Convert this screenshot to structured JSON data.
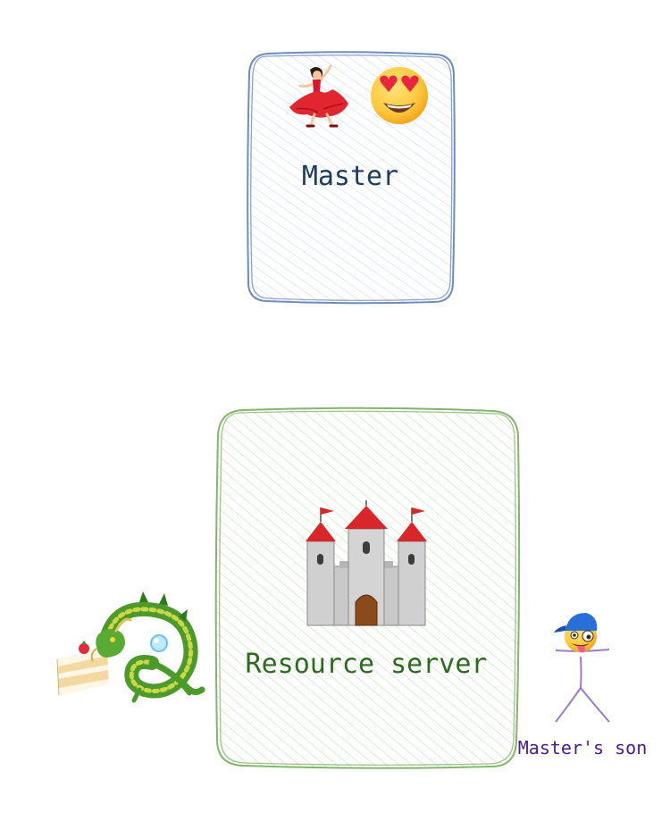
{
  "nodes": {
    "master": {
      "label": "Master",
      "icons": [
        "dancer-icon",
        "heart-eyes-icon"
      ],
      "stroke": "#6f8cbf",
      "fill_hatch": "#c9d8ef",
      "text_color": "#1e3a5f"
    },
    "resource_server": {
      "label": "Resource server",
      "icons": [
        "castle-icon"
      ],
      "stroke": "#86b46e",
      "fill_hatch": "#c6dfb6",
      "text_color": "#2b6a1f"
    },
    "masters_son": {
      "label": "Master's son",
      "icons": [
        "stick-figure-icon",
        "crazy-face-cap-icon"
      ],
      "stroke": "#9b7bc9",
      "text_color": "#4b1a8c"
    },
    "guardian": {
      "icons": [
        "dragon-icon",
        "cake-slice-icon"
      ]
    }
  }
}
